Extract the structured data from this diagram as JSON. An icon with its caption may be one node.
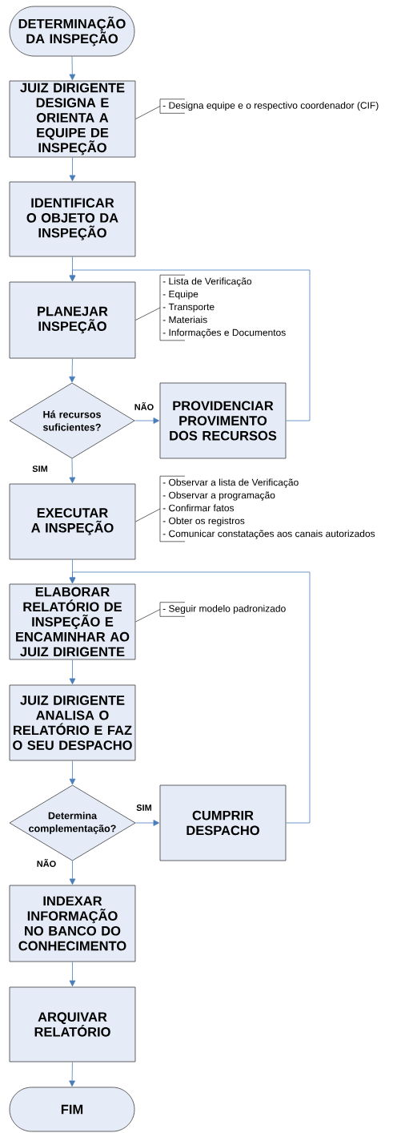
{
  "diagram": {
    "nodes": [
      {
        "text": [
          "DETERMINAÇÃO DA INSPEÇÃO"
        ]
      },
      {
        "text": [
          "JUIZ DIRIGENTE DESIGNA E ORIENTA A EQUIPE DE INSPEÇÃO"
        ]
      },
      {
        "text": [
          "- Designa equipe e o respectivo coordenador  (CIF)"
        ]
      },
      {
        "text": [
          "IDENTIFICAR O OBJETO DA INSPEÇÃO"
        ]
      },
      {
        "text": [
          "- Lista de Verificação",
          "- Equipe",
          "- Transporte",
          "- Materiais",
          "- Informações e Documentos"
        ]
      },
      {
        "text": [
          "PLANEJAR INSPEÇÃO"
        ]
      },
      {
        "text": [
          "Há recursos suficientes?"
        ]
      },
      {
        "text": [
          "PROVIDENCIAR PROVIMENTO DOS RECURSOS"
        ]
      },
      {
        "text": [
          "- Observar a lista de Verificação",
          "- Observar a programação",
          "- Confirmar fatos",
          "- Obter os registros",
          "- Comunicar constatações aos canais autorizados"
        ]
      },
      {
        "text": [
          "EXECUTAR A INSPEÇÃO"
        ]
      },
      {
        "text": [
          "ELABORAR RELATÓRIO DE INSPEÇÃO E ENCAMINHAR AO JUIZ DIRIGENTE"
        ]
      },
      {
        "text": [
          "- Seguir modelo padronizado"
        ]
      },
      {
        "text": [
          "JUIZ DIRIGENTE ANALISA O RELATÓRIO E FAZ O SEU DESPACHO"
        ]
      },
      {
        "text": [
          "Determina complementação?"
        ]
      },
      {
        "text": [
          "CUMPRIR DESPACHO"
        ]
      },
      {
        "text": [
          "INDEXAR INFORMAÇÃO NO BANCO DO CONHECIMENTO"
        ]
      },
      {
        "text": [
          "ARQUIVAR RELATÓRIO"
        ]
      },
      {
        "text": [
          "FIM"
        ]
      }
    ],
    "edges": [
      {
        "from": 0,
        "to": 1,
        "arrow": "to"
      },
      {
        "from": 1,
        "to": 3,
        "arrow": "to"
      },
      {
        "from": 3,
        "to": 5,
        "arrow": "to"
      },
      {
        "from": 5,
        "to": 6,
        "arrow": "to"
      },
      {
        "from": 6,
        "to": 7,
        "arrow": "to",
        "label": "NÃO"
      },
      {
        "from": 6,
        "to": 9,
        "arrow": "to",
        "label": "SIM"
      },
      {
        "from": 7,
        "to": 5,
        "arrow": "to"
      },
      {
        "from": 9,
        "to": 10,
        "arrow": "to"
      },
      {
        "from": 10,
        "to": 12,
        "arrow": "to"
      },
      {
        "from": 12,
        "to": 13,
        "arrow": "to"
      },
      {
        "from": 13,
        "to": 14,
        "arrow": "to",
        "label": "SIM"
      },
      {
        "from": 13,
        "to": 15,
        "arrow": "to",
        "label": "NÃO"
      },
      {
        "from": 14,
        "to": 10,
        "arrow": "to"
      },
      {
        "from": 15,
        "to": 16,
        "arrow": "to"
      },
      {
        "from": 16,
        "to": 17,
        "arrow": "to"
      },
      {
        "from": 2,
        "to": 1,
        "arrow": "none",
        "color": "#000000"
      },
      {
        "from": 4,
        "to": 5,
        "arrow": "none",
        "color": "#000000"
      },
      {
        "from": 8,
        "to": 9,
        "arrow": "none",
        "color": "#000000"
      },
      {
        "from": 11,
        "to": 10,
        "arrow": "none",
        "color": "#000000"
      }
    ]
  }
}
